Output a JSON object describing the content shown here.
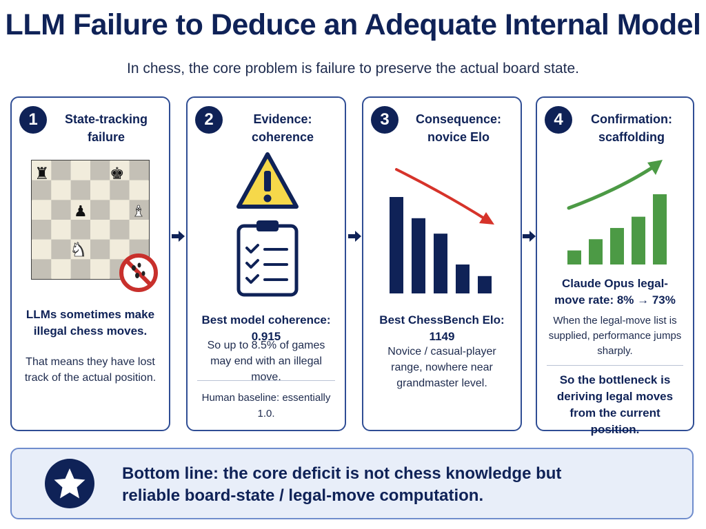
{
  "title": "LLM Failure to Deduce an Adequate Internal Model",
  "subtitle": "In chess, the core problem is failure to preserve the actual board state.",
  "colors": {
    "navy": "#0f2257",
    "warning_yellow": "#f6d84a",
    "trend_red": "#d6332a",
    "trend_green": "#4c9a45",
    "no_sign_red": "#c8302c"
  },
  "cards": [
    {
      "number": "1",
      "title": "State-tracking failure",
      "illustration": "chessboard-with-no-sign-icon",
      "headline": "LLMs sometimes make illegal chess moves.",
      "body": "That means they have lost track of the actual position."
    },
    {
      "number": "2",
      "title": "Evidence: coherence",
      "illustration": "warning-icon-and-checklist-icon",
      "headline": "Best model coherence: 0.915",
      "body": "So up to 8.5% of games may end with an illegal move.",
      "note": "Human baseline: essentially 1.0."
    },
    {
      "number": "3",
      "title": "Consequence: novice Elo",
      "illustration": "declining-bar-chart-icon",
      "trend_bars": [
        100,
        78,
        62,
        30,
        18
      ],
      "headline": "Best ChessBench Elo: 1149",
      "body": "Novice / casual-player range, nowhere near grandmaster level."
    },
    {
      "number": "4",
      "title": "Confirmation: scaffolding",
      "illustration": "rising-bar-chart-icon",
      "trend_bars": [
        20,
        36,
        52,
        68,
        100
      ],
      "headline": "Claude Opus legal-move rate: 8% → 73%",
      "body": "When the legal-move list is supplied, performance jumps sharply.",
      "conclusion": "So the bottleneck is deriving legal moves from the current position."
    }
  ],
  "bottom_line": {
    "icon": "star-icon",
    "text_line1": "Bottom line: the core deficit is not chess knowledge but",
    "text_line2": "reliable board-state / legal-move computation."
  }
}
